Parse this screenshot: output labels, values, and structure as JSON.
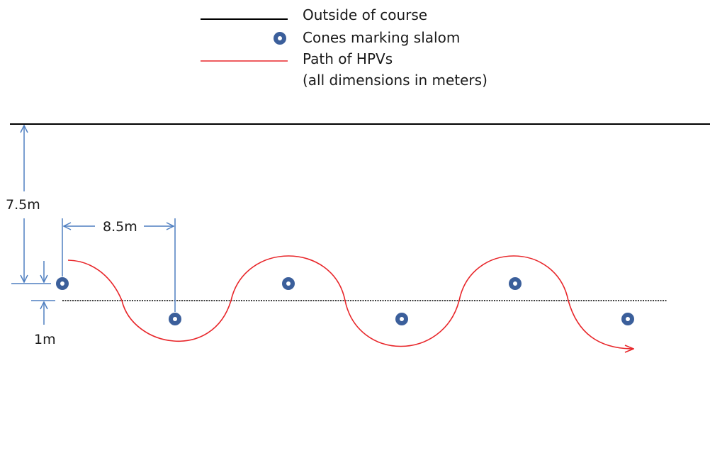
{
  "legend": {
    "outside_of_course": "Outside of course",
    "cones_marking_slalom": "Cones marking slalom",
    "path_of_hpvs": "Path of HPVs",
    "units_note": "(all dimensions in meters)"
  },
  "dimensions": {
    "distance_to_outside": "7.5m",
    "cone_spacing": "8.5m",
    "cone_offset": "1m"
  },
  "colors": {
    "course_line": "#000000",
    "path": "#e8262a",
    "dimension": "#4f7fc0",
    "cone_fill": "#3b5f9b",
    "cone_center": "#ffffff",
    "text": "#1a1a1a"
  }
}
